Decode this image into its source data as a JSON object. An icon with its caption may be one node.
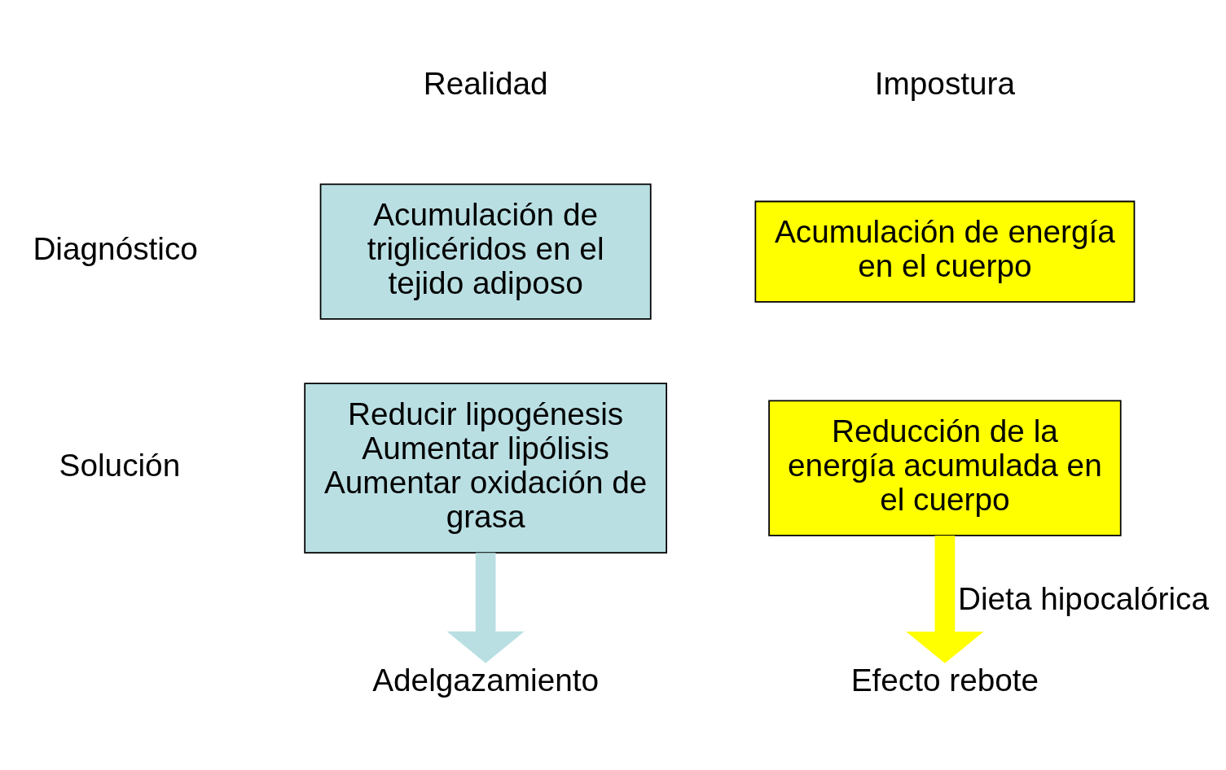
{
  "diagram": {
    "nodes": [
      {
        "text": [
          "Acumulación de triglicéridos en el tejido adiposo"
        ]
      },
      {
        "text": [
          "Acumulación de energía en el cuerpo"
        ]
      },
      {
        "text": [
          "Reducir lipogénesis Aumentar lipólisis Aumentar oxidación de grasa"
        ]
      },
      {
        "text": [
          "Reducción de la energía acumulada en el cuerpo"
        ]
      },
      {
        "text": [
          "Adelgazamiento"
        ]
      },
      {
        "text": [
          "Efecto rebote"
        ]
      }
    ],
    "edges": [
      {
        "from": 2,
        "to": 4,
        "arrow": "to",
        "color": "#b9dfe3"
      },
      {
        "from": 3,
        "to": 5,
        "arrow": "to",
        "color": "#ffff00",
        "label": "Dieta hipocalórica"
      }
    ],
    "labels": [
      "Realidad",
      "Impostura",
      "Diagnóstico",
      "Solución"
    ]
  }
}
